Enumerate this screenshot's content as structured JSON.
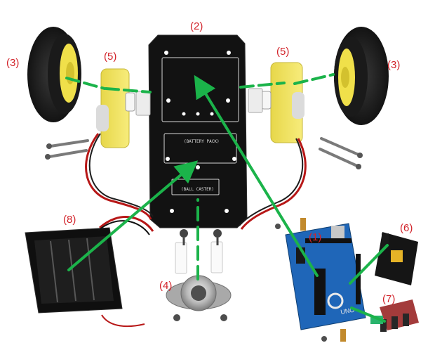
{
  "labels": {
    "arduino": "(1)",
    "chassis": "(2)",
    "wheel_left": "(3)",
    "wheel_right": "(3)",
    "caster": "(4)",
    "motor_left": "(5)",
    "motor_right": "(5)",
    "motor_shield": "(6)",
    "sensor_board": "(7)",
    "battery_holder": "(8)"
  },
  "board_text": {
    "battery_pack": "(BATTERY PACK)",
    "ball_caster": "(BALL CASTER)",
    "arduino_logo": "UNO"
  },
  "colors": {
    "label": "#d2232a",
    "arrow": "#1bb34a",
    "chassis": "#121212",
    "motor": "#f2e45a",
    "board": "#1f66b8"
  }
}
